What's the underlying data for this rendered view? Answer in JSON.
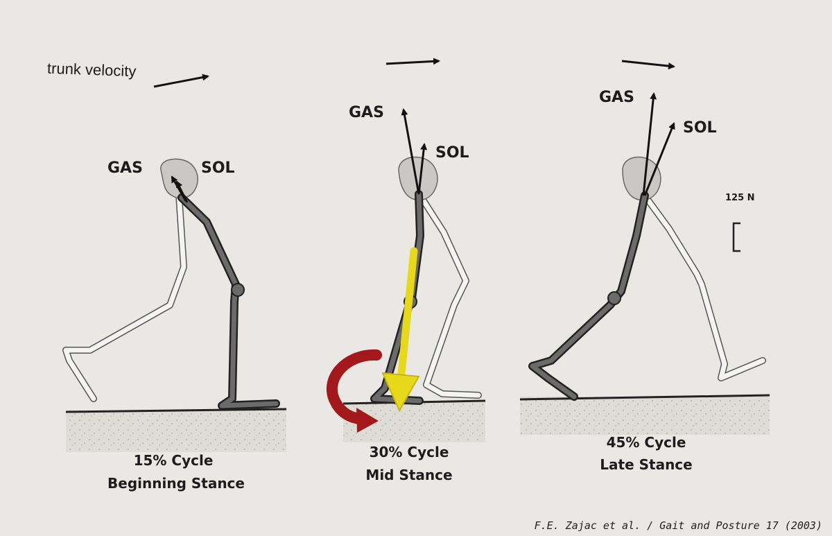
{
  "trunk_label": "trunk velocity",
  "scale_label": "125 N",
  "panels": [
    {
      "muscle_gas": "GAS",
      "muscle_sol": "SOL",
      "cycle": "15% Cycle",
      "phase": "Beginning Stance"
    },
    {
      "muscle_gas": "GAS",
      "muscle_sol": "SOL",
      "cycle": "30% Cycle",
      "phase": "Mid Stance"
    },
    {
      "muscle_gas": "GAS",
      "muscle_sol": "SOL",
      "cycle": "45% Cycle",
      "phase": "Late Stance"
    }
  ],
  "citation": "F.E. Zajac et al. / Gait and Posture 17 (2003)",
  "colors": {
    "background": "#e9e8e4",
    "bone_dark": "#3a3a3a",
    "bone_light": "#f4f4f2",
    "pelvis": "#c9c8c4",
    "yellow_arrow": "#e8d81a",
    "red_arrow": "#a3191b"
  }
}
